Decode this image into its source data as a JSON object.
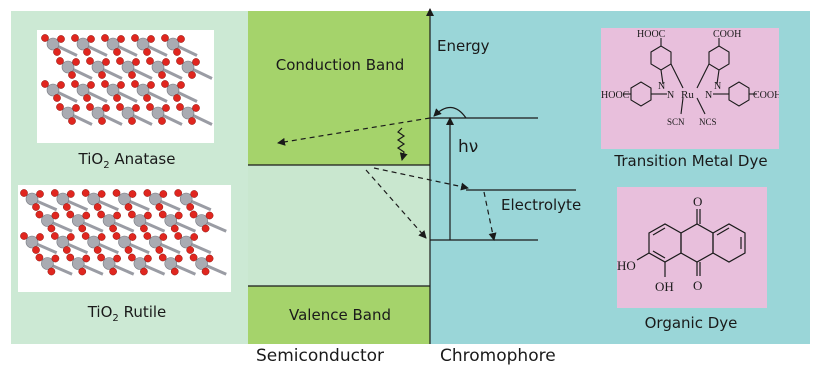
{
  "colors": {
    "left_bg": "#cce9d4",
    "band_green": "#a5d36b",
    "gap_green": "#c9e7cf",
    "chromophore_bg": "#9ad6d8",
    "dye_box": "#e8bfdc",
    "atom_red": "#e0261f",
    "atom_gray": "#a9abb2",
    "line": "#1a1a1a"
  },
  "labels": {
    "conduction_band": "Conduction Band",
    "valence_band": "Valence Band",
    "energy": "Energy",
    "hv": "hν",
    "electrolyte": "Electrolyte",
    "anatase_prefix": "TiO",
    "anatase_sub": "2",
    "anatase_suffix": " Anatase",
    "rutile_prefix": "TiO",
    "rutile_sub": "2",
    "rutile_suffix": " Rutile",
    "transition_metal_dye": "Transition Metal Dye",
    "organic_dye": "Organic Dye",
    "semiconductor": "Semiconductor",
    "chromophore": "Chromophore"
  },
  "molecule_labels": {
    "cooh_top_left": "HOOC",
    "cooh_top_right": "COOH",
    "cooh_mid_left": "HOOC",
    "cooh_mid_right": "COOH",
    "n1": "N",
    "n2": "N",
    "n3": "N",
    "n4": "N",
    "ru": "Ru",
    "scn": "SCN",
    "ncs": "NCS",
    "o_top": "O",
    "o_bottom": "O",
    "ho": "HO",
    "oh": "OH"
  }
}
